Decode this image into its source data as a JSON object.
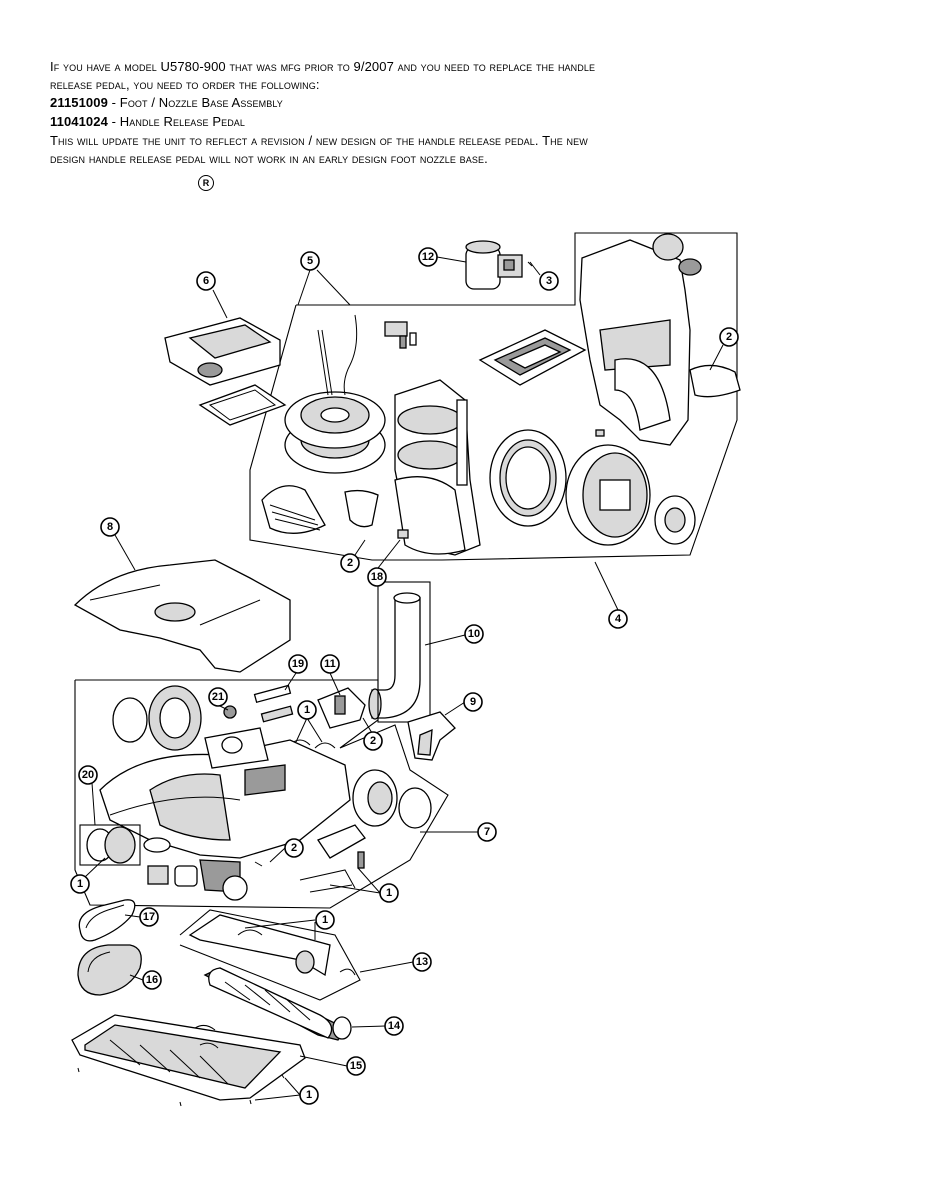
{
  "notice": {
    "line1": "If you have a model U5780-900 that was mfg prior to 9/2007 and you need to replace the handle",
    "line2": "release pedal, you need to order the following:",
    "part1_number": "21151009",
    "part1_desc": " - Foot / Nozzle Base Assembly",
    "part2_number": "11041024",
    "part2_desc": " - Handle Release Pedal",
    "line5": "This will update the unit to reflect a revision / new design of the handle release pedal. The new",
    "line6": "design handle release pedal will not work in an early design foot nozzle base.",
    "registered_mark": "R"
  },
  "callouts": {
    "c12": "12",
    "c3": "3",
    "c5": "5",
    "c6": "6",
    "c2a": "2",
    "c8": "8",
    "c2b": "2",
    "c18": "18",
    "c4": "4",
    "c10": "10",
    "c19": "19",
    "c11": "11",
    "c21": "21",
    "c1a": "1",
    "c9": "9",
    "c2c": "2",
    "c20": "20",
    "c7": "7",
    "c2d": "2",
    "c1b": "1",
    "c1c": "1",
    "c17": "17",
    "c1d": "1",
    "c13": "13",
    "c16": "16",
    "c14": "14",
    "c15": "15",
    "c1e": "1"
  }
}
